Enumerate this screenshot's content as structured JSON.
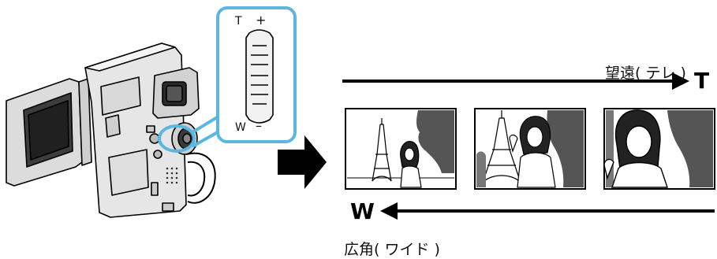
{
  "tele_label": "望遠( テレ )",
  "wide_label": "広角( ワイド )",
  "tele_letter": "T",
  "wide_letter": "W",
  "lever": {
    "t_mark": "T",
    "plus_mark": "+",
    "w_mark": "W",
    "minus_mark": "–"
  },
  "colors": {
    "highlight": "#5ab8e0",
    "ink": "#000000",
    "frame_fill": "#555555"
  },
  "icons": [
    "camcorder-illustration",
    "zoom-lever-callout",
    "right-arrow-icon",
    "tele-arrow-icon",
    "wide-arrow-icon",
    "zoom-frame-wide",
    "zoom-frame-mid",
    "zoom-frame-tele"
  ]
}
